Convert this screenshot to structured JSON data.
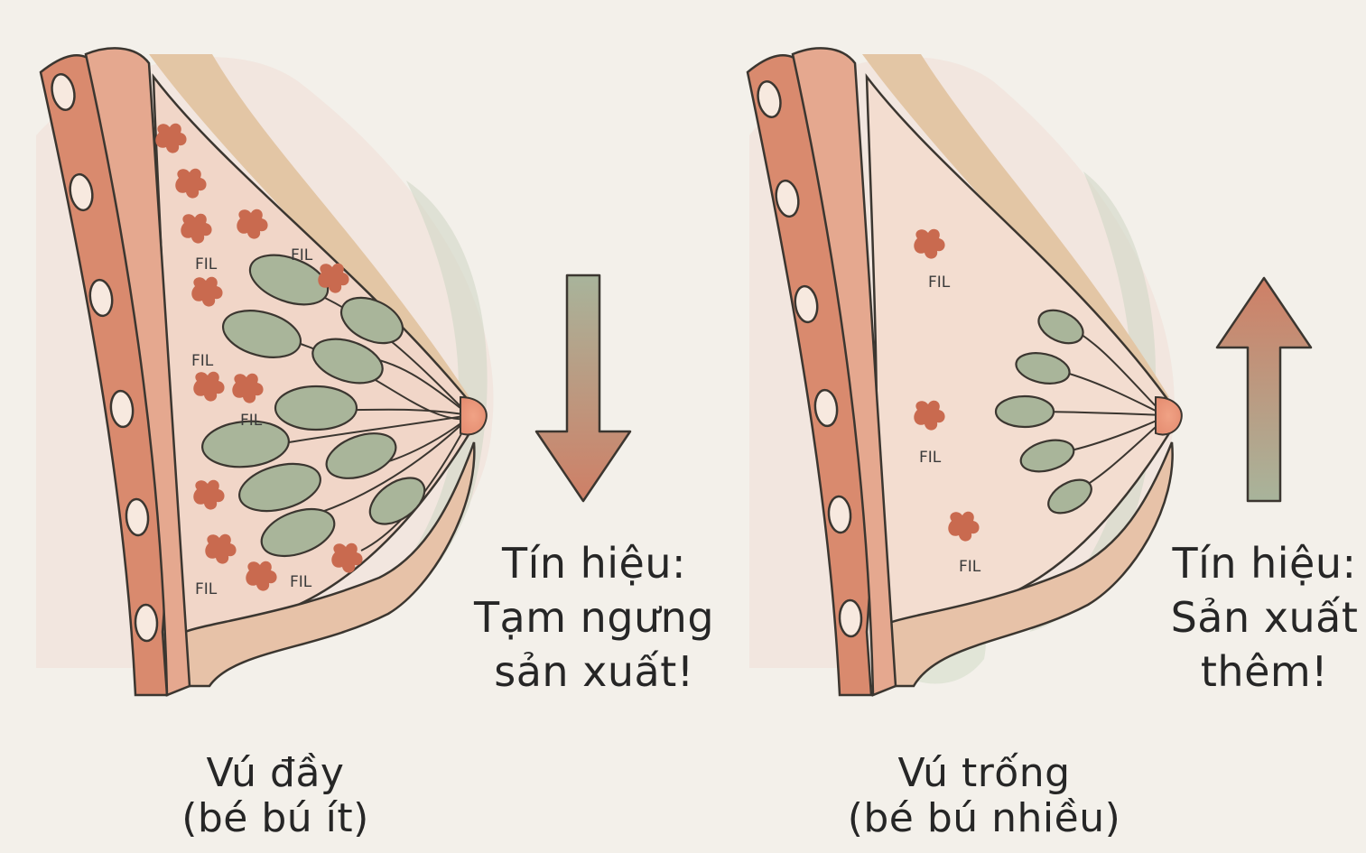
{
  "colors": {
    "background": "#f3f0ea",
    "tissue": "#f1d3c3",
    "muscle_band": "#d98a6e",
    "fil_protein": "#c96a4f",
    "alveoli": "#a9b59a",
    "outline": "#3b3630",
    "arrow_brown": "#c9806a",
    "arrow_green": "#a8b49b"
  },
  "left_panel": {
    "fil_labels": [
      "FIL",
      "FIL",
      "FIL",
      "FIL",
      "FIL",
      "FIL"
    ],
    "signal_text": "Tín hiệu:\nTạm ngưng\nsản xuất!",
    "arrow_direction": "down",
    "caption": "Vú đầy\n(bé bú ít)"
  },
  "right_panel": {
    "fil_labels": [
      "FIL",
      "FIL",
      "FIL"
    ],
    "signal_text": "Tín hiệu:\nSản xuất\nthêm!",
    "arrow_direction": "up",
    "caption": "Vú trống\n(bé bú nhiều)"
  }
}
